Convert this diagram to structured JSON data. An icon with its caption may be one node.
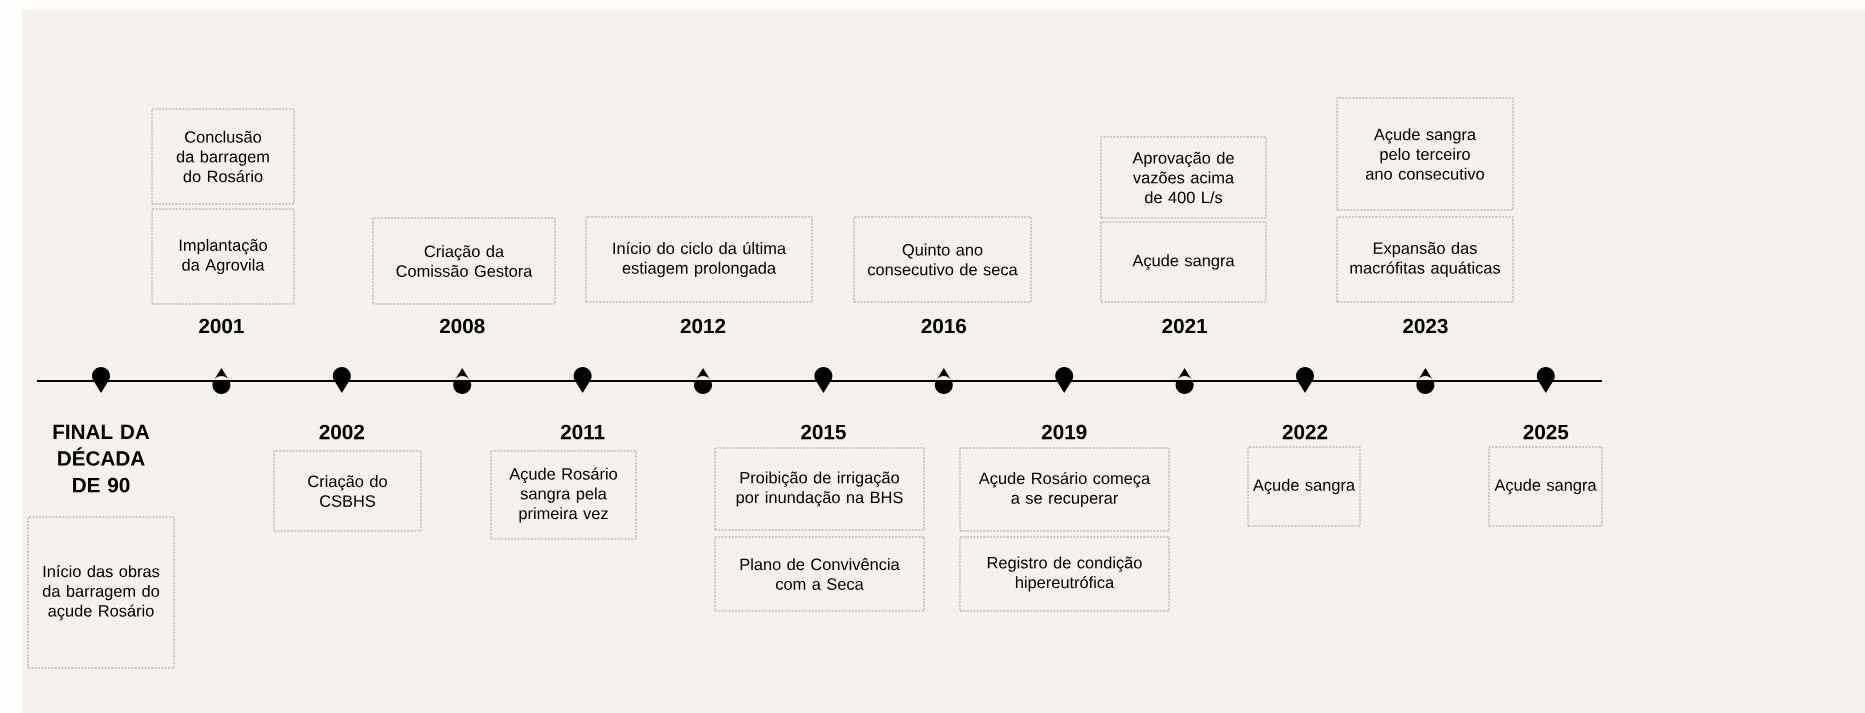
{
  "diagram": {
    "nodes": [
      {
        "text": [
          "Início das obras da barragem do açude Rosário"
        ]
      },
      {
        "text": [
          "Conclusão da barragem do Rosário"
        ]
      },
      {
        "text": [
          "Implantação da Agrovila"
        ]
      },
      {
        "text": [
          "Criação do CSBHS"
        ]
      },
      {
        "text": [
          "Criação da Comissão Gestora"
        ]
      },
      {
        "text": [
          "Açude Rosário sangra pela primeira vez"
        ]
      },
      {
        "text": [
          "Início do ciclo da última estiagem prolongada"
        ]
      },
      {
        "text": [
          "Proibição de irrigação por inundação na BHS"
        ]
      },
      {
        "text": [
          "Plano de Convivência com a Seca"
        ]
      },
      {
        "text": [
          "Quinto ano consecutivo de seca"
        ]
      },
      {
        "text": [
          "Açude Rosário começa a se recuperar"
        ]
      },
      {
        "text": [
          "Registro de condição hipereutrófica"
        ]
      },
      {
        "text": [
          "Aprovação de vazões acima de 400 L/s"
        ]
      },
      {
        "text": [
          "Açude sangra"
        ]
      },
      {
        "text": [
          "Açude sangra"
        ]
      },
      {
        "text": [
          "Açude sangra pelo terceiro ano consecutivo"
        ]
      },
      {
        "text": [
          "Expansão das macrófitas aquáticas"
        ]
      },
      {
        "text": [
          "Açude sangra"
        ]
      }
    ],
    "labels": [
      "FINAL DA DÉCADA DE 90",
      "2001",
      "2002",
      "2008",
      "2011",
      "2012",
      "2015",
      "2016",
      "2019",
      "2021",
      "2022",
      "2023",
      "2025"
    ]
  }
}
